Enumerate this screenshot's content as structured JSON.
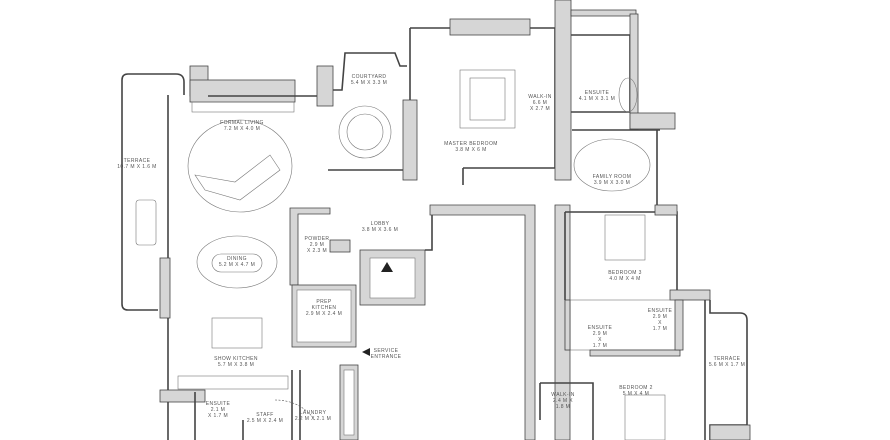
{
  "rooms": [
    {
      "id": "terrace-west",
      "name": "TERRACE",
      "size": "10.7 M X 1.6 M"
    },
    {
      "id": "formal-living",
      "name": "FORMAL LIVING",
      "size": "7.2 M X 4.0 M"
    },
    {
      "id": "courtyard",
      "name": "COURTYARD",
      "size": "5.4 M X 3.3 M"
    },
    {
      "id": "master-bedroom",
      "name": "MASTER BEDROOM",
      "size": "3.8 M X 6 M"
    },
    {
      "id": "master-walk-in",
      "name": "WALK-IN",
      "size": "6.6 M",
      "size2": "X 2.7 M"
    },
    {
      "id": "master-ensuite",
      "name": "ENSUITE",
      "size": "4.1 M X 3.1 M"
    },
    {
      "id": "family-room",
      "name": "FAMILY ROOM",
      "size": "3.9 M X 3.0 M"
    },
    {
      "id": "lobby",
      "name": "LOBBY",
      "size": "3.8 M X 3.6 M"
    },
    {
      "id": "powder",
      "name": "POWDER",
      "size": "2.9 M",
      "size2": "X 2.3 M"
    },
    {
      "id": "dining",
      "name": "DINING",
      "size": "5.2 M X 4.7 M"
    },
    {
      "id": "prep-kitchen",
      "name": "PREP",
      "size": "KITCHEN",
      "size2": "2.9 M X 2.4 M"
    },
    {
      "id": "show-kitchen",
      "name": "SHOW KITCHEN",
      "size": "5.7 M X 3.8 M"
    },
    {
      "id": "service-entrance",
      "name": "SERVICE",
      "size": "ENTRANCE"
    },
    {
      "id": "staff-ensuite",
      "name": "ENSUITE",
      "size": "2.1 M",
      "size2": "X 1.7 M"
    },
    {
      "id": "staff",
      "name": "STAFF",
      "size": "2.5 M X 2.4 M"
    },
    {
      "id": "laundry",
      "name": "LAUNDRY",
      "size": "2.2 M X 2.1 M"
    },
    {
      "id": "bedroom-3",
      "name": "BEDROOM 3",
      "size": "4.0 M X 4 M"
    },
    {
      "id": "ensuite-b3",
      "name": "ENSUITE",
      "size": "2.9 M",
      "size2": "X",
      "size3": "1.7 M"
    },
    {
      "id": "ensuite-b2",
      "name": "ENSUITE",
      "size": "2.9 M",
      "size2": "X",
      "size3": "1.7 M"
    },
    {
      "id": "terrace-east",
      "name": "TERRACE",
      "size": "5.6 M X 1.7 M"
    },
    {
      "id": "walk-in-b2",
      "name": "WALK-IN",
      "size": "2.4 M X",
      "size2": "1.8 M"
    },
    {
      "id": "bedroom-2",
      "name": "BEDROOM 2",
      "size": "5 M X 4 M"
    }
  ]
}
